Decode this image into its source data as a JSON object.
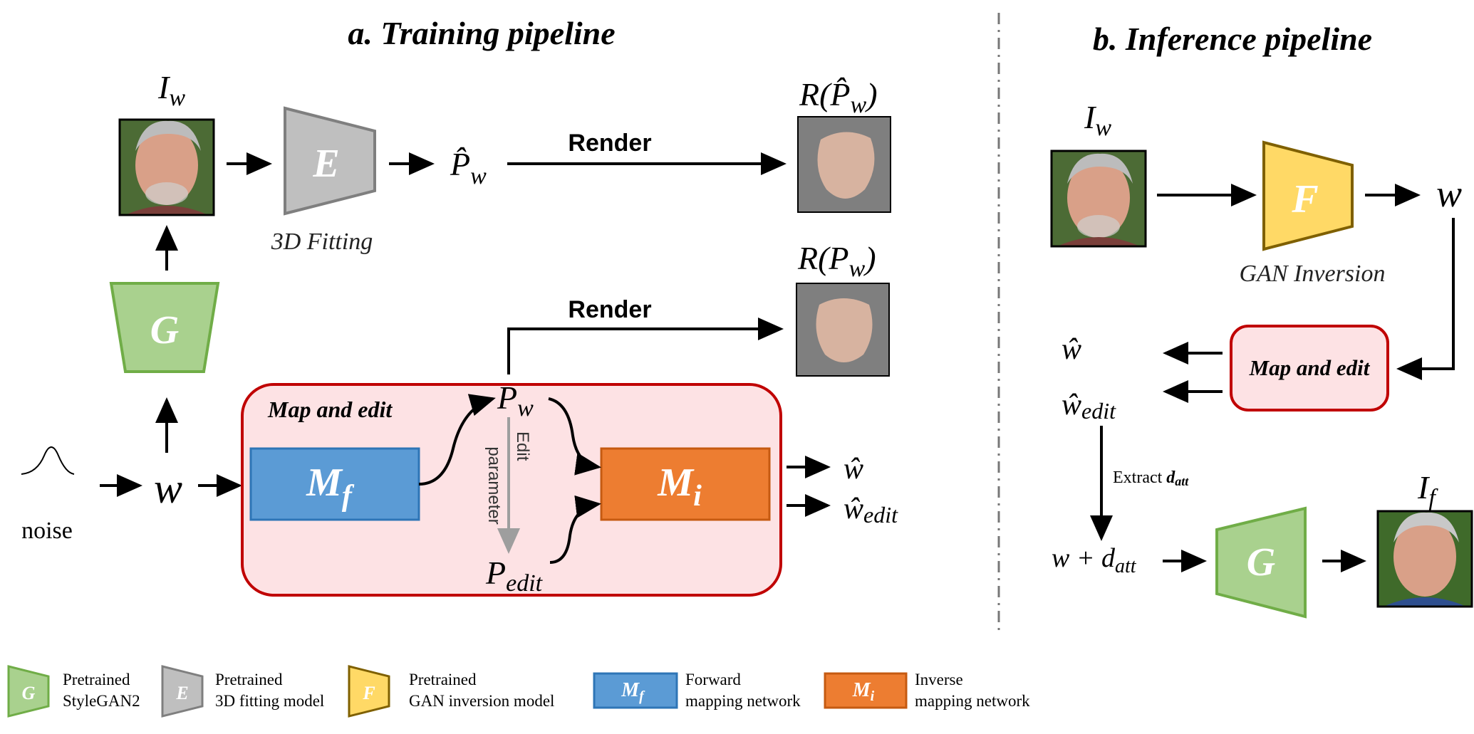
{
  "training": {
    "title": "a. Training pipeline",
    "iw_label": "I",
    "iw_sub": "w",
    "e_label": "E",
    "fitting_caption": "3D Fitting",
    "phat_label": "P̂",
    "phat_sub": "w",
    "render1": "Render",
    "render2": "Render",
    "r_phat_label_pre": "R(",
    "r_phat_label_p": "P̂",
    "r_phat_label_sub": "w",
    "r_phat_label_post": ")",
    "r_p_label_pre": "R(",
    "r_p_label_p": "P",
    "r_p_label_sub": "w",
    "r_p_label_post": ")",
    "g_label": "G",
    "noise_label": "noise",
    "w_label": "w",
    "map_edit_title": "Map and edit",
    "mf_label": "M",
    "mf_sub": "f",
    "mi_label": "M",
    "mi_sub": "i",
    "pw_label": "P",
    "pw_sub": "w",
    "pedit_label": "P",
    "pedit_sub": "edit",
    "edit_param_1": "Edit",
    "edit_param_2": "parameter",
    "out_w": "ŵ",
    "out_wedit": "ŵ",
    "out_wedit_sub": "edit"
  },
  "inference": {
    "title": "b. Inference pipeline",
    "iw_label": "I",
    "iw_sub": "w",
    "f_label": "F",
    "w_out": "w",
    "gan_inv_caption": "GAN Inversion",
    "map_edit_label": "Map and edit",
    "what": "ŵ",
    "wedit": "ŵ",
    "wedit_sub": "edit",
    "extract_pre": "Extract ",
    "extract_d": "d",
    "extract_sub": "att",
    "wplus_pre": "w + d",
    "wplus_sub": "att",
    "g_label": "G",
    "if_label": "I",
    "if_sub": "f"
  },
  "legend": {
    "g_icon": "G",
    "g_line1": "Pretrained",
    "g_line2": "StyleGAN2",
    "e_icon": "E",
    "e_line1": "Pretrained",
    "e_line2": "3D fitting model",
    "f_icon": "F",
    "f_line1": "Pretrained",
    "f_line2": "GAN inversion model",
    "mf_icon": "M",
    "mf_icon_sub": "f",
    "mf_line1": "Forward",
    "mf_line2": "mapping network",
    "mi_icon": "M",
    "mi_icon_sub": "i",
    "mi_line1": "Inverse",
    "mi_line2": "mapping network"
  },
  "colors": {
    "green_fill": "#a9d18e",
    "green_stroke": "#70ad47",
    "gray_fill": "#bfbfbf",
    "gray_stroke": "#7f7f7f",
    "yellow_fill": "#ffd966",
    "yellow_stroke": "#7f6000",
    "blue_fill": "#5b9bd5",
    "blue_stroke": "#2e75b6",
    "orange_fill": "#ed7d31",
    "orange_stroke": "#c55a11",
    "pink_fill": "#fde2e4",
    "red_stroke": "#c00000"
  }
}
